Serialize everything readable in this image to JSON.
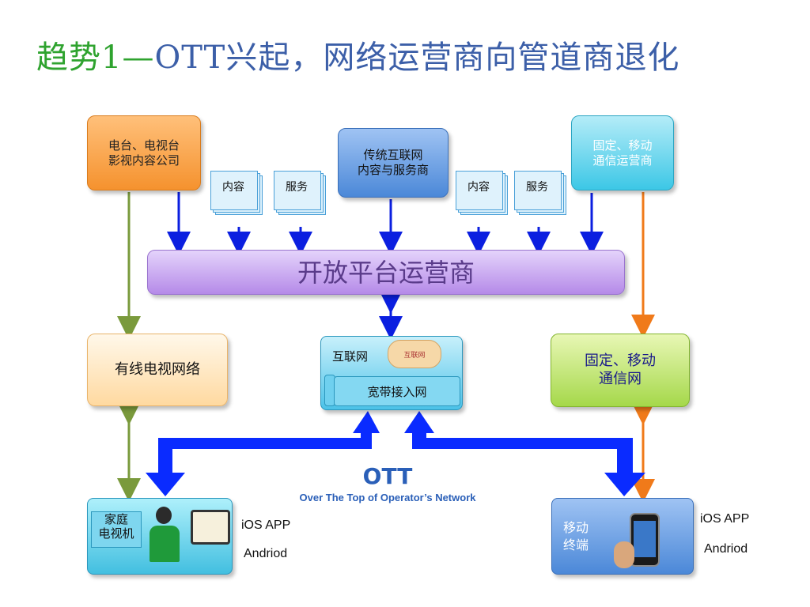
{
  "title": {
    "prefix": "趋势1—",
    "rest": "OTT兴起，网络运营商向管道商退化"
  },
  "boxes": {
    "tv_company": "电台、电视台\n影视内容公司",
    "internet_provider": "传统互联网\n内容与服务商",
    "telecom_operator": "固定、移动\n通信运营商",
    "platform": "开放平台运营商",
    "cable_network": "有线电视网络",
    "fixed_mobile_network": "固定、移动\n通信网"
  },
  "docs": [
    "内容",
    "服务",
    "内容",
    "服务"
  ],
  "network": {
    "internet": "互联网",
    "cloud": "互联网",
    "broadband": "宽带接入网"
  },
  "ott": {
    "title": "OTT",
    "subtitle": "Over The Top of Operator’s Network"
  },
  "home": {
    "label": "家庭\n电视机",
    "ios": "iOS APP",
    "android": "Andriod"
  },
  "mobile": {
    "label": "移动\n终端",
    "ios": "iOS APP",
    "android": "Andriod"
  },
  "colors": {
    "arrow_blue": "#0b1fe0",
    "arrow_green": "#7a9a3c",
    "arrow_orange": "#f07a1a",
    "big_arrow": "#0a2bff"
  }
}
